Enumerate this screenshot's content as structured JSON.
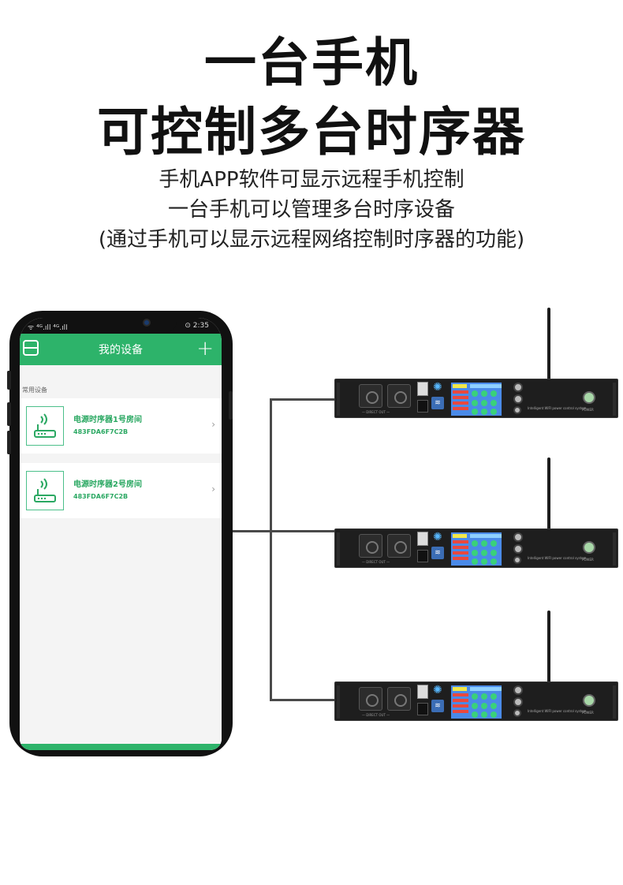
{
  "headline": {
    "line1": "一台手机",
    "line2": "可控制多台时序器"
  },
  "subtitle": {
    "line1": "手机APP软件可显示远程手机控制",
    "line2": "一台手机可以管理多台时序设备",
    "line3": "(通过手机可以显示远程网络控制时序器的功能)"
  },
  "phone": {
    "status_left": "ᯤ ⁴ᴳ.ıll ⁴ᴳ.ıll ≋",
    "status_right": "⊙ 2:35",
    "app_title": "我的设备",
    "section_label": "常用设备",
    "devices": [
      {
        "name": "电源时序器1号房间",
        "id": "483FDA6F7C2B"
      },
      {
        "name": "电源时序器2号房间",
        "id": "483FDA6F7C2B"
      }
    ],
    "accent_color": "#2db36a"
  },
  "rack_device": {
    "output_label": "— DIRECT OUT —",
    "brand_text": "Intelligent WIFI power control system",
    "power_label": "POWER"
  }
}
